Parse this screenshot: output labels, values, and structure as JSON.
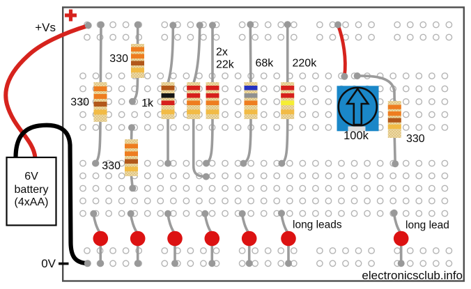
{
  "page": {
    "watermark": "electronicsclub.info"
  },
  "power": {
    "positive_label": "+Vs",
    "negative_label": "0V",
    "plus_symbol": "+",
    "minus_symbol": "−"
  },
  "battery": {
    "line1": "6V",
    "line2": "battery",
    "line3": "(4xAA)"
  },
  "annotations": {
    "long_leads": "long leads",
    "long_lead": "long lead"
  },
  "components": {
    "resistor_330_top": {
      "label": "330",
      "bands": [
        "orange",
        "orange",
        "brown",
        "gold"
      ]
    },
    "resistor_330_left": {
      "label": "330",
      "bands": [
        "orange",
        "orange",
        "brown",
        "gold"
      ]
    },
    "resistor_330_lower": {
      "label": "330",
      "bands": [
        "orange",
        "orange",
        "brown",
        "gold"
      ]
    },
    "resistor_1k": {
      "label": "1k",
      "bands": [
        "brown",
        "black",
        "red",
        "gold"
      ]
    },
    "resistor_22k_pair": {
      "label_line1": "2x",
      "label_line2": "22k",
      "bands": [
        "red",
        "red",
        "orange",
        "gold"
      ]
    },
    "resistor_68k": {
      "label": "68k",
      "bands": [
        "blue",
        "gray",
        "orange",
        "gold"
      ]
    },
    "resistor_220k": {
      "label": "220k",
      "bands": [
        "red",
        "red",
        "yellow",
        "gold"
      ]
    },
    "resistor_330_right": {
      "label": "330",
      "bands": [
        "orange",
        "orange",
        "brown",
        "gold"
      ]
    },
    "trimpot": {
      "label": "100k"
    },
    "led_count": 7
  },
  "colors": {
    "wire_positive": "#d6231d",
    "wire_negative": "#000000",
    "lead": "#9b9b9b",
    "led": "#dc1212",
    "trimpot_body": "#1a87c8",
    "resistor_body": "#edd9a5",
    "band_palette": {
      "orange": "#ee7d20",
      "brown": "#b2581a",
      "gold": "#f2bb45",
      "black": "#161616",
      "red": "#d6201c",
      "blue": "#2633c0",
      "gray": "#909090",
      "yellow": "#f5ee33"
    }
  }
}
